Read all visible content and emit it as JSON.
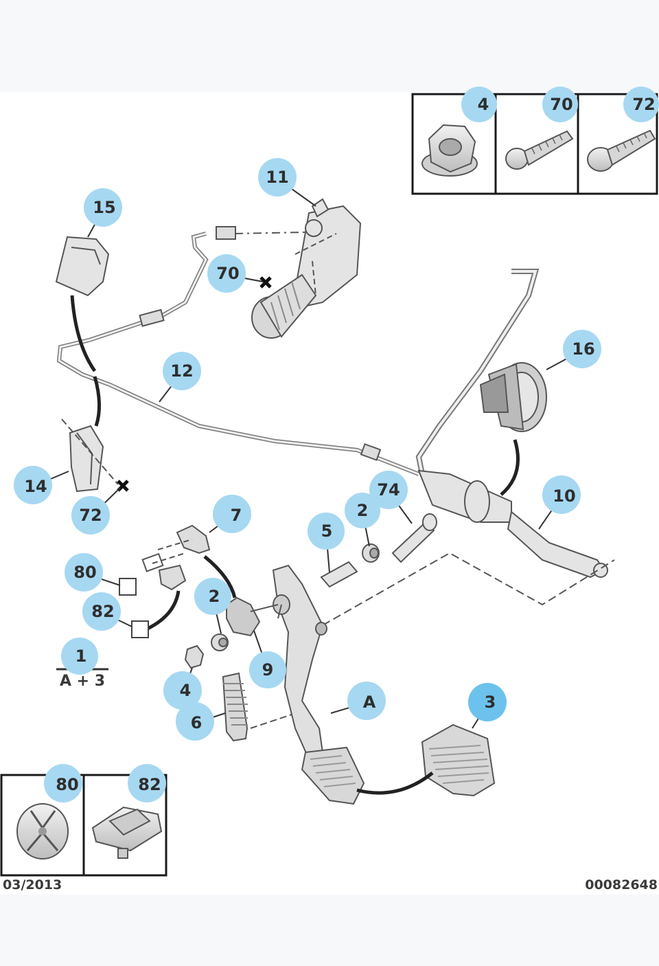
{
  "diagram": {
    "date_code": "03/2013",
    "ref_code": "00082648",
    "fraction": {
      "top": "1",
      "bottom": "A + 3"
    },
    "colors": {
      "bubble": "#a6d8f2",
      "bubble_highlight": "#6cc2ec",
      "part_fill": "#e4e4e4",
      "part_stroke": "#555555",
      "frame": "#1a1a1a"
    },
    "callouts": {
      "c4_top": "4",
      "c70_top": "70",
      "c72_top": "72",
      "c11": "11",
      "c15": "15",
      "c70_mid": "70",
      "c16": "16",
      "c12": "12",
      "c14": "14",
      "c72_mid": "72",
      "c74": "74",
      "c2_right": "2",
      "c10": "10",
      "c7": "7",
      "c5": "5",
      "c80_mid": "80",
      "c82_mid": "82",
      "c2_left": "2",
      "c9": "9",
      "c4_bottom": "4",
      "cA": "A",
      "c6": "6",
      "c3": "3",
      "c80_box": "80",
      "c82_box": "82"
    }
  }
}
